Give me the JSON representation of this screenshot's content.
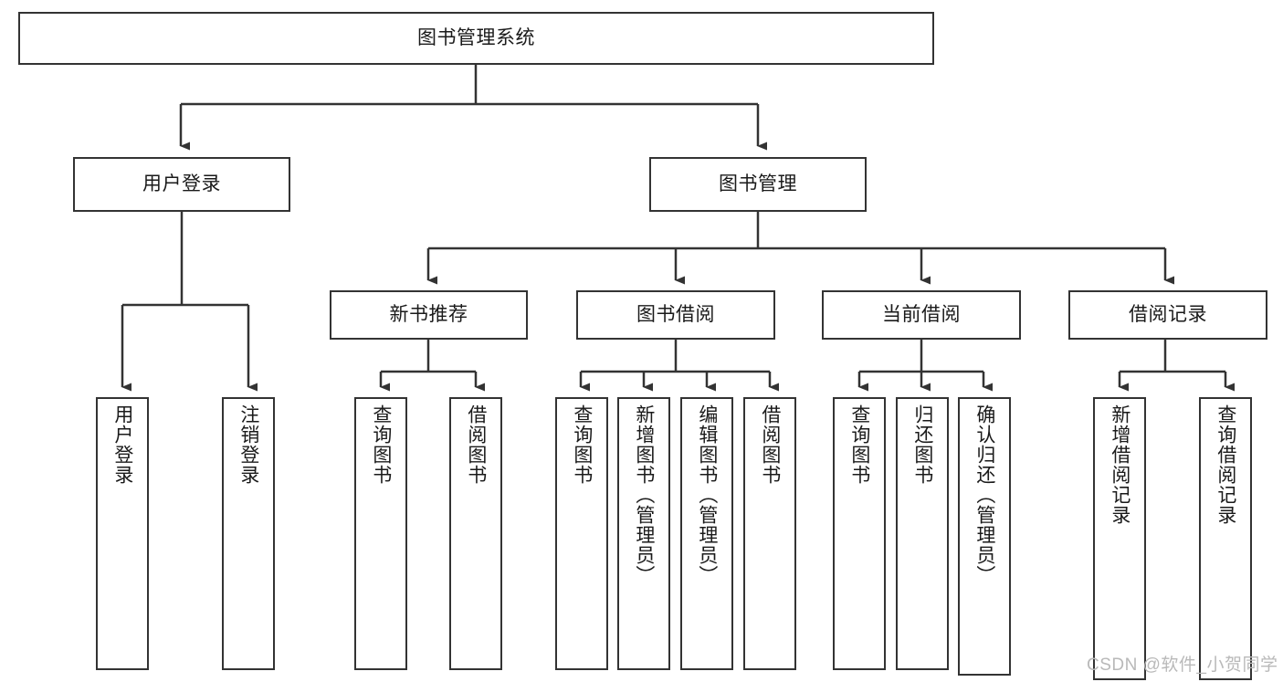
{
  "diagram": {
    "title": "图书管理系统",
    "watermark": "CSDN @软件_小贺同学",
    "colors": {
      "stroke": "#333333",
      "background": "#ffffff",
      "text": "#1a1a1a",
      "watermark": "#b9b9b9"
    },
    "root": {
      "label": "图书管理系统"
    },
    "level1": [
      {
        "label": "用户登录"
      },
      {
        "label": "图书管理"
      }
    ],
    "level2": [
      {
        "label": "新书推荐"
      },
      {
        "label": "图书借阅"
      },
      {
        "label": "当前借阅"
      },
      {
        "label": "借阅记录"
      }
    ],
    "leaves": {
      "user_login": [
        {
          "label": "用户登录"
        },
        {
          "label": "注销登录"
        }
      ],
      "new_book_recommend": [
        {
          "label": "查询图书"
        },
        {
          "label": "借阅图书"
        }
      ],
      "book_borrow": [
        {
          "label": "查询图书"
        },
        {
          "label": "新增图书（管理员）"
        },
        {
          "label": "编辑图书（管理员）"
        },
        {
          "label": "借阅图书"
        }
      ],
      "current_borrow": [
        {
          "label": "查询图书"
        },
        {
          "label": "归还图书"
        },
        {
          "label": "确认归还（管理员）"
        }
      ],
      "borrow_record": [
        {
          "label": "新增借阅记录"
        },
        {
          "label": "查询借阅记录"
        }
      ]
    }
  }
}
